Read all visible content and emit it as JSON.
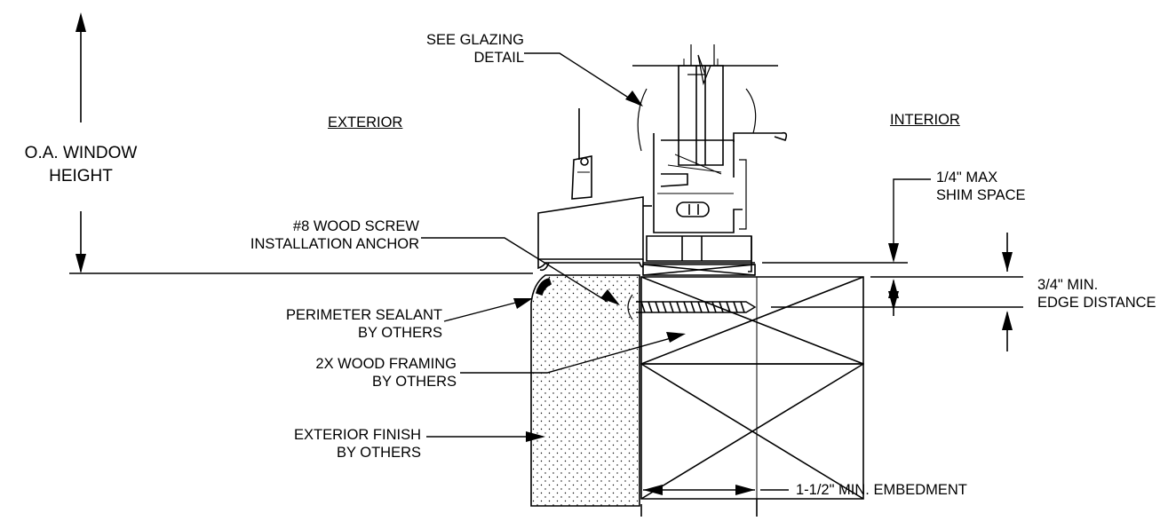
{
  "labels": {
    "see_glazing": [
      "SEE GLAZING",
      "DETAIL"
    ],
    "exterior": "EXTERIOR",
    "interior": "INTERIOR",
    "oa_height": [
      "O.A. WINDOW",
      "HEIGHT"
    ],
    "shim_space": [
      "1/4\" MAX",
      "SHIM SPACE"
    ],
    "wood_screw": [
      "#8 WOOD SCREW",
      "INSTALLATION ANCHOR"
    ],
    "sealant": [
      "PERIMETER SEALANT",
      "BY OTHERS"
    ],
    "edge_distance": [
      "3/4\" MIN.",
      "EDGE DISTANCE"
    ],
    "framing": [
      "2X WOOD FRAMING",
      "BY OTHERS"
    ],
    "finish": [
      "EXTERIOR FINISH",
      "BY OTHERS"
    ],
    "embedment": "1-1/2\" MIN. EMBEDMENT"
  }
}
